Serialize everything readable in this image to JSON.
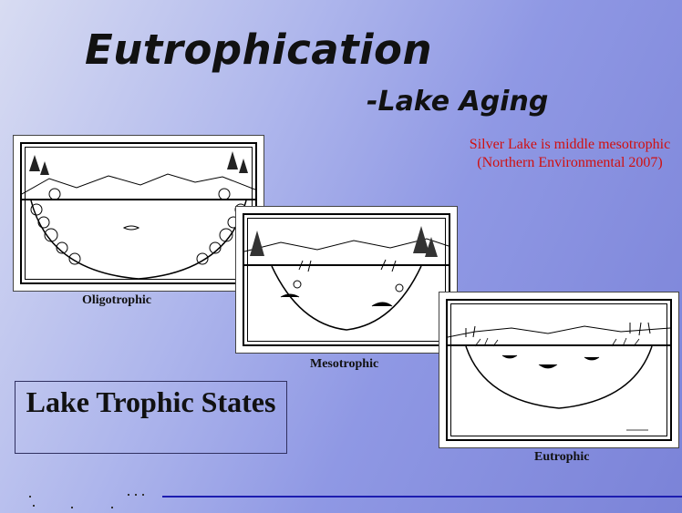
{
  "slide": {
    "title": "Eutrophication",
    "subtitle": "-Lake Aging",
    "note": "Silver Lake is middle mesotrophic (Northern Environmental 2007)",
    "states_heading": "Lake Trophic States",
    "images": [
      {
        "caption": "Oligotrophic"
      },
      {
        "caption": "Mesotrophic"
      },
      {
        "caption": "Eutrophic"
      }
    ]
  },
  "colors": {
    "background_start": "#d8dcf2",
    "background_end": "#7b83d8",
    "note_text": "#d01010",
    "footer_line": "#1c1cb0"
  }
}
